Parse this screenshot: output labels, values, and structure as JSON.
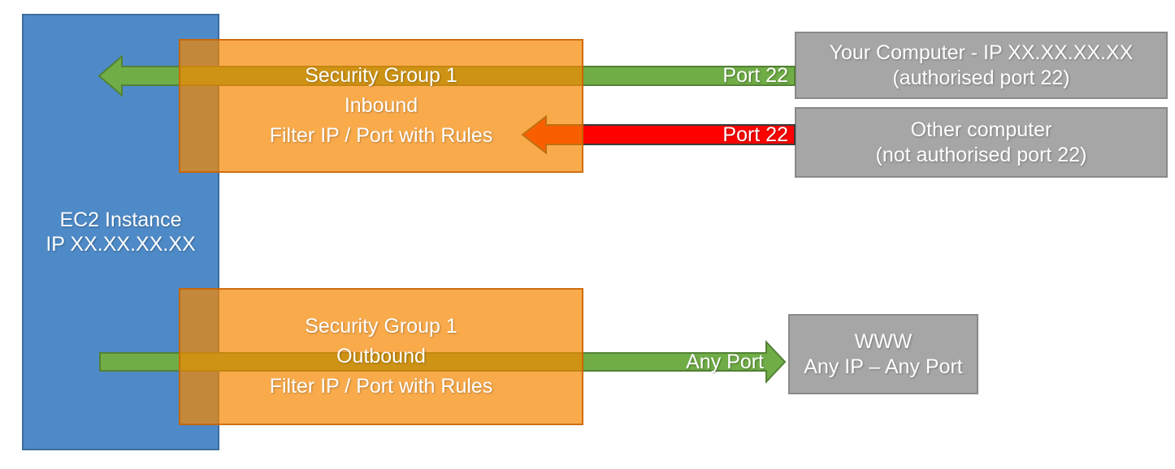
{
  "theme": {
    "ec2_fill": "#4E8AC7",
    "ec2_stroke": "#3D6E9E",
    "sg_fill": "rgba(246,135,0,0.7)",
    "sg_stroke": "rgba(198,95,0,0.8)",
    "allow_fill": "#70AD47",
    "allow_stroke": "#538135",
    "deny_fill": "#FF0000",
    "deny_stroke": "#3B3B3B",
    "node_fill": "#A6A6A6",
    "node_stroke": "#898989"
  },
  "ec2": {
    "line1": "EC2 Instance",
    "line2": "IP XX.XX.XX.XX"
  },
  "inbound_sg": {
    "line1": "Security Group 1",
    "line2": "Inbound",
    "line3": "Filter IP / Port with Rules"
  },
  "outbound_sg": {
    "line1": "Security Group 1",
    "line2": "Outbound",
    "line3": "Filter IP / Port with Rules"
  },
  "your_computer": {
    "line1": "Your Computer - IP XX.XX.XX.XX",
    "line2": "(authorised port 22)"
  },
  "other_computer": {
    "line1": "Other computer",
    "line2": "(not authorised port 22)"
  },
  "www": {
    "line1": "WWW",
    "line2": "Any IP – Any Port"
  },
  "flows": {
    "inbound_allowed_label": "Port 22",
    "inbound_blocked_label": "Port 22",
    "outbound_label": "Any Port"
  }
}
